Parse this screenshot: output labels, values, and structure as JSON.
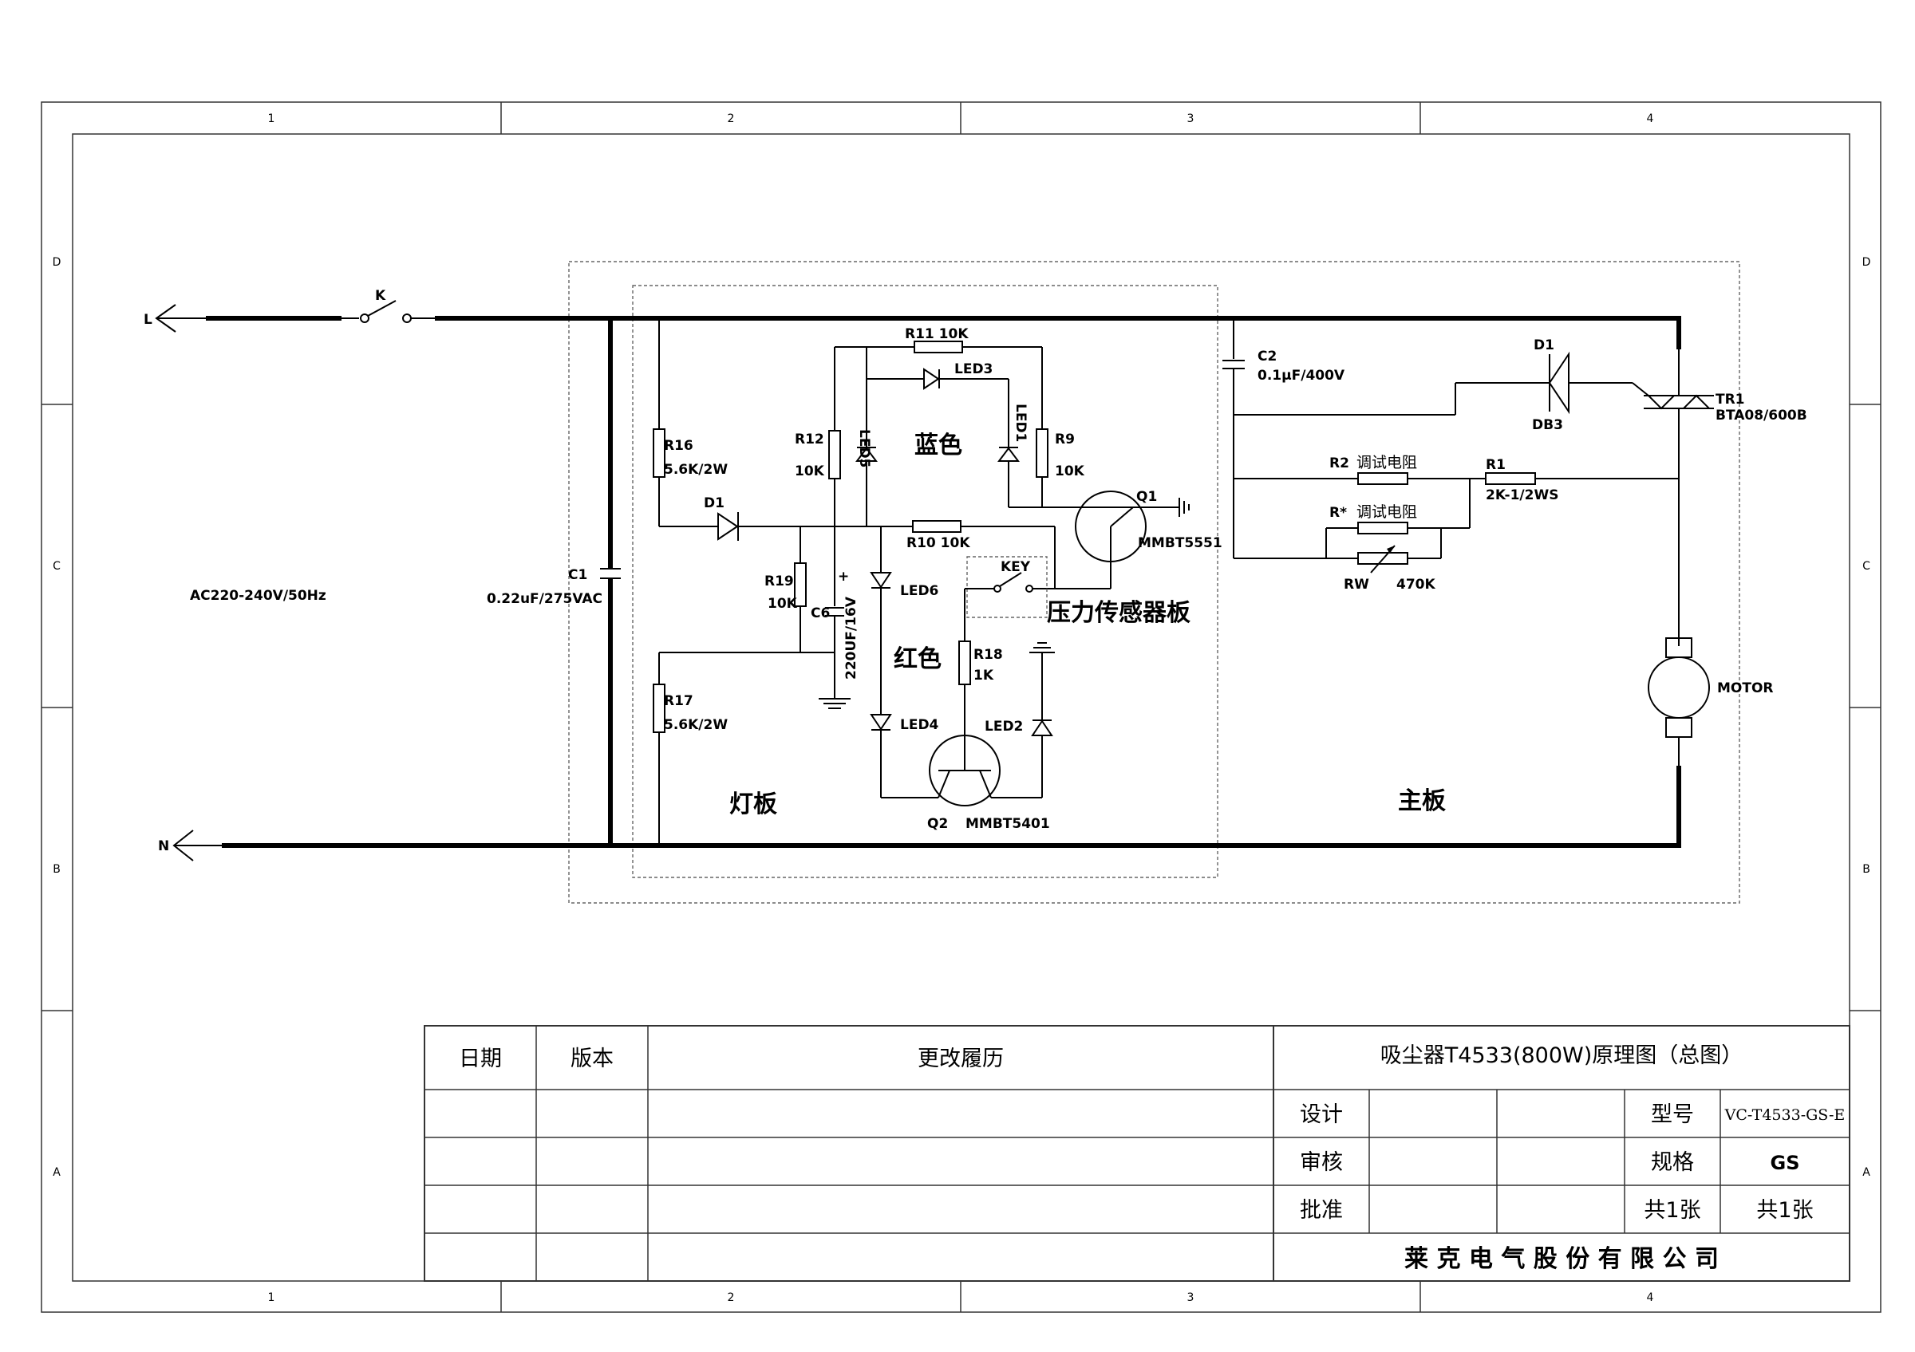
{
  "sheet": {
    "zones_cols": [
      "1",
      "2",
      "3",
      "4"
    ],
    "zones_rows": [
      "D",
      "C",
      "B",
      "A"
    ]
  },
  "circuit": {
    "line_L": "L",
    "line_N": "N",
    "switch_K": "K",
    "supply": "AC220-240V/50Hz",
    "c1_name": "C1",
    "c1_value": "0.22uF/275VAC",
    "r16_name": "R16",
    "r16_value": "5.6K/2W",
    "r17_name": "R17",
    "r17_value": "5.6K/2W",
    "d1_light_name": "D1",
    "r19_name": "R19",
    "r19_value": "10K",
    "c6_name": "C6",
    "c6_value": "220UF/16V",
    "c6_polarity": "+",
    "r12_name": "R12",
    "r12_value": "10K",
    "led5_name": "LED5",
    "r11_label": "R11  10K",
    "led3_name": "LED3",
    "led1_name": "LED1",
    "r9_name": "R9",
    "r9_value": "10K",
    "blue_label": "蓝色",
    "r10_label": "R10  10K",
    "q1_name": "Q1",
    "q1_part": "MMBT5551",
    "key_name": "KEY",
    "pressure_board": "压力传感器板",
    "led6_name": "LED6",
    "red_label": "红色",
    "r18_name": "R18",
    "r18_value": "1K",
    "led4_name": "LED4",
    "led2_name": "LED2",
    "q2_name": "Q2",
    "q2_part": "MMBT5401",
    "light_board": "灯板",
    "c2_name": "C2",
    "c2_value": "0.1μF/400V",
    "d1_main_name": "D1",
    "db3_name": "DB3",
    "tr1_name": "TR1",
    "tr1_part": "BTA08/600B",
    "r2_name": "R2",
    "r2_note": "调试电阻",
    "r1_name": "R1",
    "r1_value": "2K-1/2WS",
    "rstar_name": "R*",
    "rstar_note": "调试电阻",
    "rw_name": "RW",
    "rw_value": "470K",
    "motor_name": "MOTOR",
    "main_board": "主板"
  },
  "title_block": {
    "col_date": "日期",
    "col_version": "版本",
    "col_history": "更改履历",
    "title": "吸尘器T4533(800W)原理图（总图）",
    "design": "设计",
    "review": "审核",
    "approve": "批准",
    "model_label": "型号",
    "model_value": "VC-T4533-GS-E",
    "spec_label": "规格",
    "spec_value": "GS",
    "sheets_total": "共1张",
    "sheet_no": "共1张",
    "company": "莱 克 电 气 股 份 有 限 公 司"
  }
}
